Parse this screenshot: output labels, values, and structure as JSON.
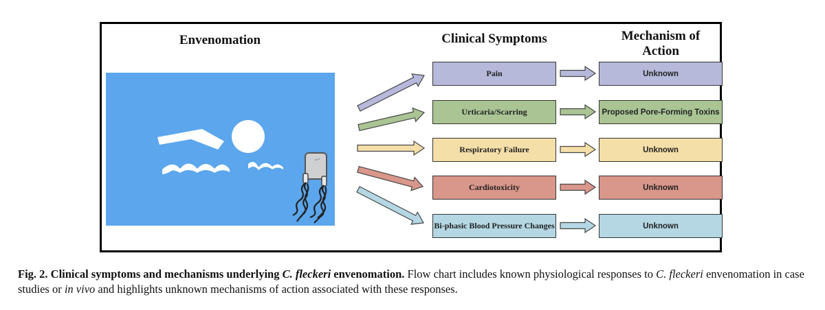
{
  "headers": {
    "envenomation": "Envenomation",
    "clinical_symptoms": "Clinical Symptoms",
    "mechanism_line1": "Mechanism of",
    "mechanism_line2": "Action"
  },
  "rows": [
    {
      "symptom": "Pain",
      "mechanism": "Unknown",
      "fill": "#b6b9d9"
    },
    {
      "symptom": "Urticaria/Scarring",
      "mechanism": "Proposed Pore-Forming Toxins",
      "fill": "#aac494"
    },
    {
      "symptom": "Respiratory Failure",
      "mechanism": "Unknown",
      "fill": "#f5dfa8"
    },
    {
      "symptom": "Cardiotoxicity",
      "mechanism": "Unknown",
      "fill": "#d9968a"
    },
    {
      "symptom": "Bi-phasic Blood Pressure Changes",
      "mechanism": "Unknown",
      "fill": "#b4d7e3"
    }
  ],
  "colors": {
    "water_bg": "#5ba6ec",
    "swimmer": "#ffffff",
    "box_border": "#333333"
  },
  "icons": [
    "swimmer-icon",
    "jellyfish-icon"
  ],
  "caption": {
    "lead_a": "Fig. 2.  Clinical symptoms and mechanisms underlying ",
    "lead_species": "C. fleckeri",
    "lead_b": " envenomation.",
    "t1": " Flow chart includes known physiological responses to ",
    "species_2": "C. fleckeri",
    "t2": " envenomation in case studies or ",
    "in_vivo": "in vivo",
    "t3": " and highlights unknown mechanisms of action associated with these responses."
  }
}
